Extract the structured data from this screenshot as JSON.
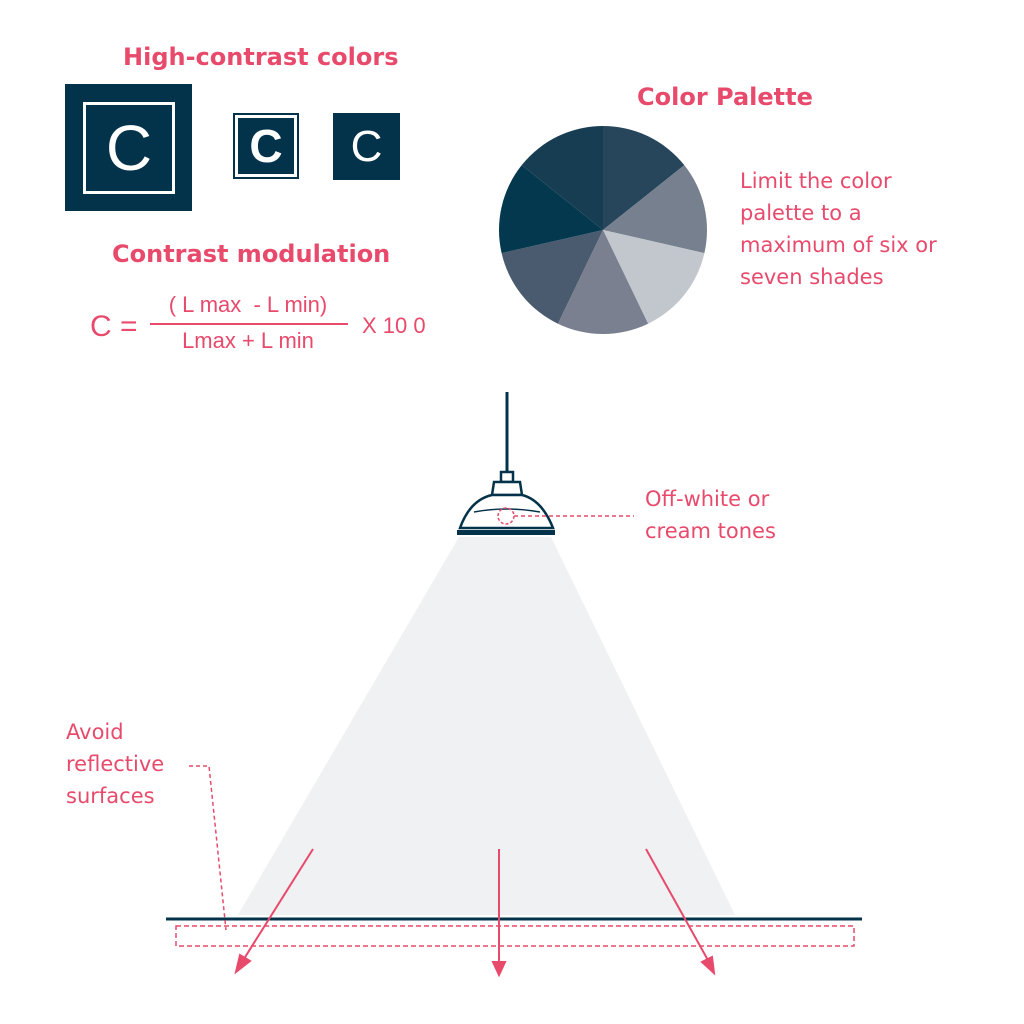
{
  "contrast_section": {
    "title": "High-contrast colors",
    "letter": "C"
  },
  "modulation": {
    "title": "Contrast modulation",
    "lhs": "C =",
    "numerator": "( L max  - L min)",
    "denominator": "Lmax + L min",
    "multiplier": "X 10 0"
  },
  "palette": {
    "title": "Color Palette",
    "note_lines": [
      "Limit the color",
      "palette to a",
      "maximum of six or",
      "seven shades"
    ],
    "shades": [
      "#27465b",
      "#77808e",
      "#c2c7ce",
      "#7a8090",
      "#4a5b70",
      "#03384e",
      "#173d52"
    ]
  },
  "lamp_note": {
    "lines": [
      "Off-white or",
      "cream tones"
    ]
  },
  "surface_note": {
    "lines": [
      "Avoid",
      "reflective",
      "surfaces"
    ]
  },
  "colors": {
    "accent": "#e84a6c",
    "navy": "#03334a",
    "light_cone": "#f0f1f2"
  }
}
